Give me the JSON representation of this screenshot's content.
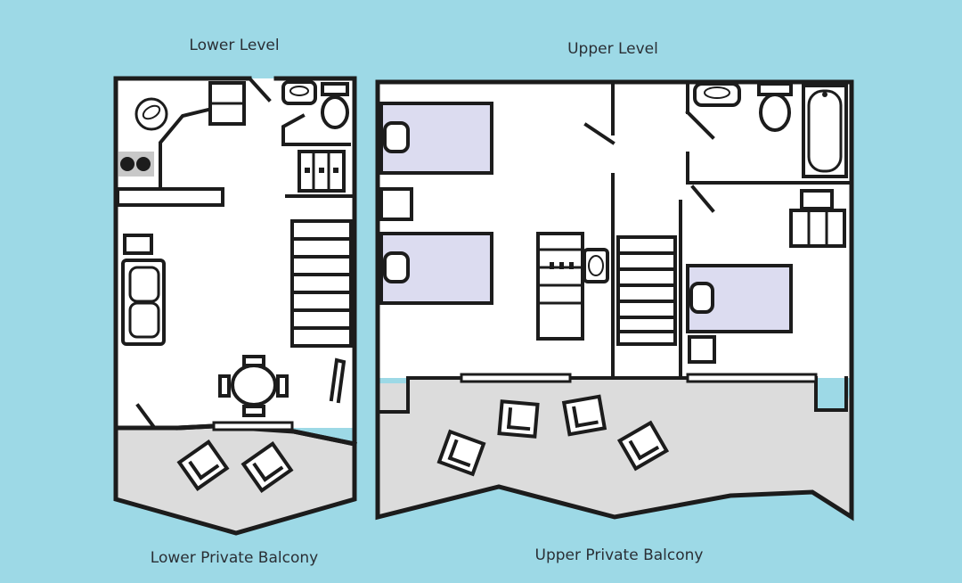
{
  "labels": {
    "lower_level": "Lower Level",
    "upper_level": "Upper Level",
    "lower_balcony": "Lower Private Balcony",
    "upper_balcony": "Upper Private Balcony"
  },
  "colors": {
    "background": "#9dd9e6",
    "floor": "#ffffff",
    "balcony": "#dcdcdc",
    "wall": "#1c1c1c",
    "bed": "#dcdcf0",
    "stove": "#c8c8c8"
  },
  "rooms": {
    "lower_level": [
      "kitchen",
      "bathroom",
      "stairs",
      "living-area",
      "dining-table",
      "balcony"
    ],
    "upper_level": [
      "bedroom-1",
      "bedroom-2",
      "bedroom-3",
      "bathroom",
      "stairs",
      "balcony"
    ]
  }
}
